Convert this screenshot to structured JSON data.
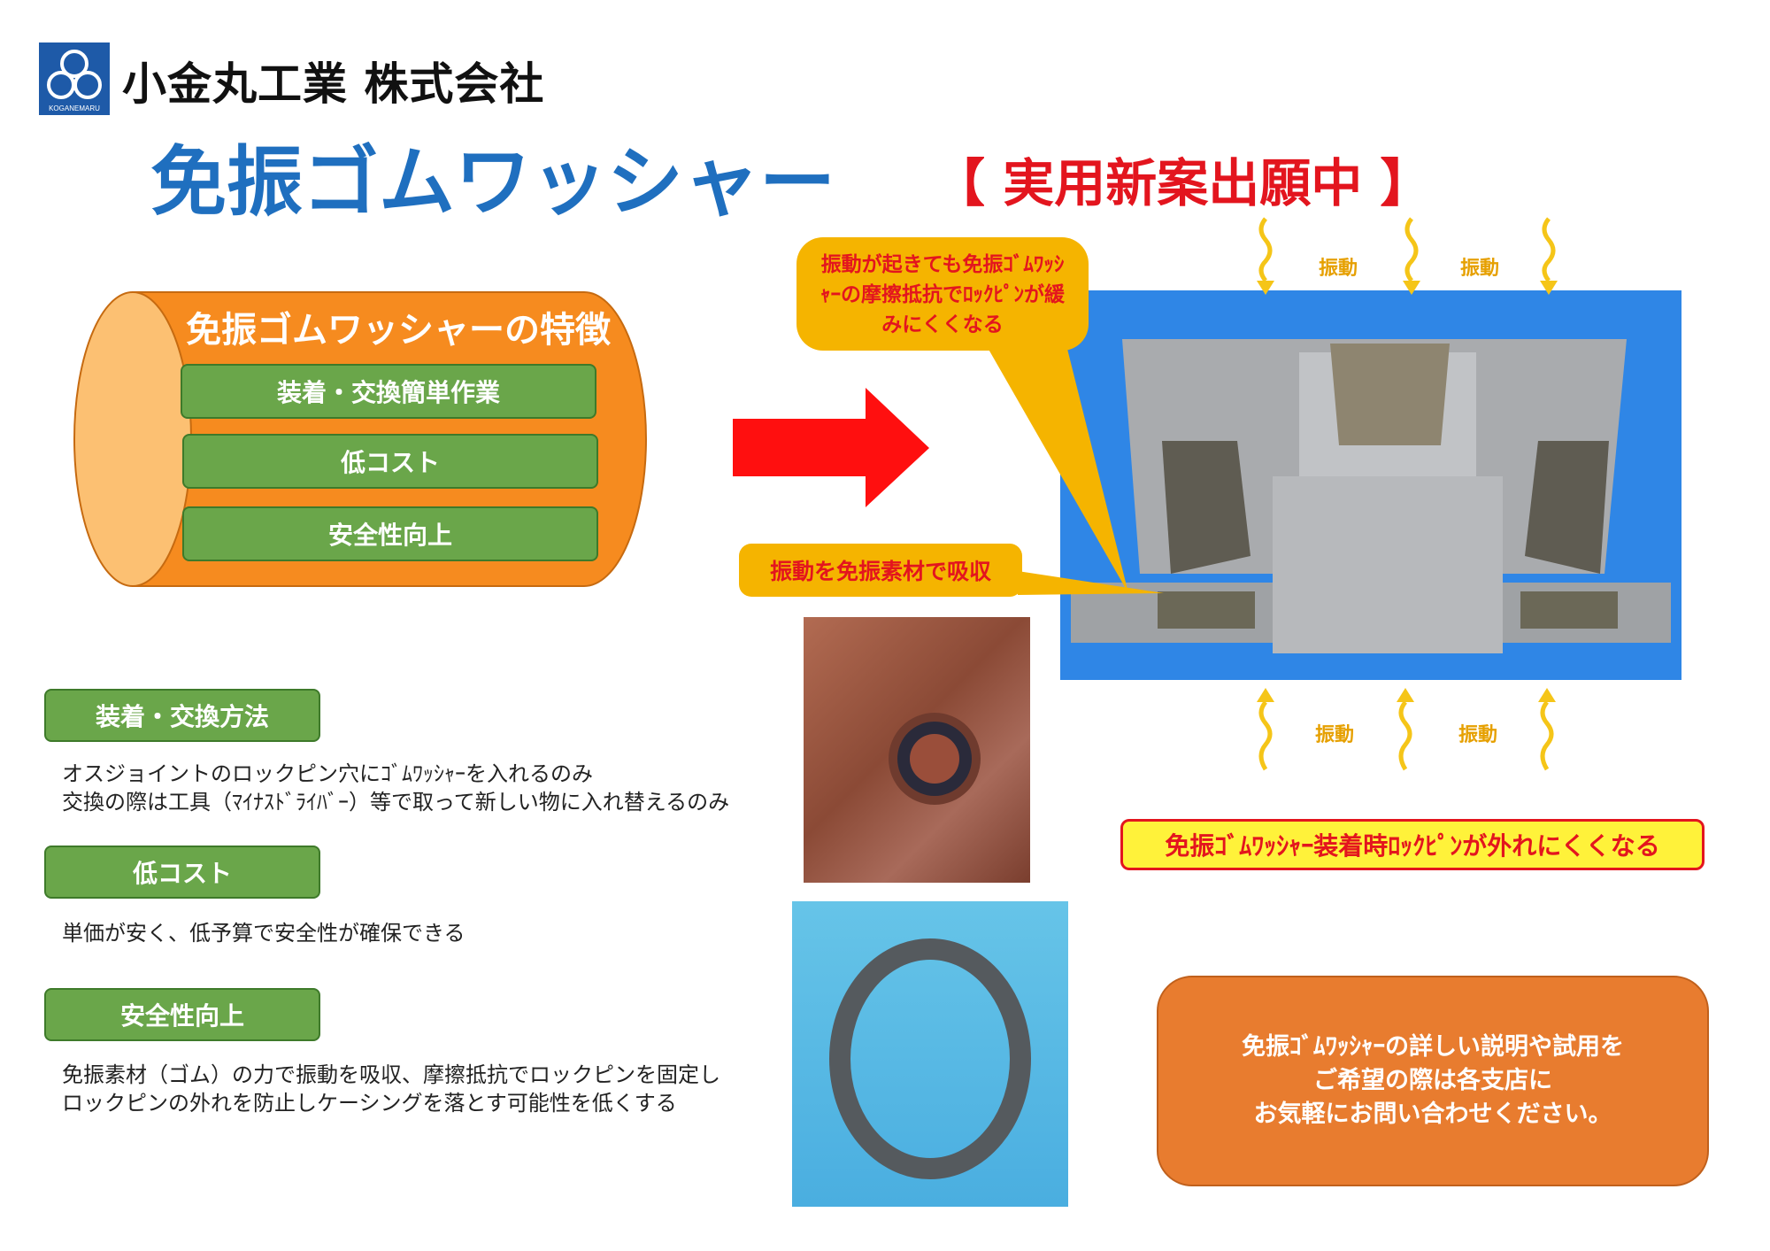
{
  "header": {
    "company_name": "小金丸工業 株式会社",
    "logo_caption": "KOGANEMARU"
  },
  "title": {
    "main": "免振ゴムワッシャー",
    "patent_status": "【 実用新案出願中 】"
  },
  "features": {
    "title": "免振ゴムワッシャーの特徴",
    "items": [
      "装着・交換簡単作業",
      "低コスト",
      "安全性向上"
    ]
  },
  "sections": [
    {
      "heading": "装着・交換方法",
      "lines": [
        "オスジョイントのロックピン穴にｺﾞﾑﾜｯｼｬｰを入れるのみ",
        "交換の際は工具（ﾏｲﾅｽﾄﾞﾗｲﾊﾞｰ）等で取って新しい物に入れ替えるのみ"
      ]
    },
    {
      "heading": "低コスト",
      "lines": [
        "単価が安く、低予算で安全性が確保できる"
      ]
    },
    {
      "heading": "安全性向上",
      "lines": [
        "免振素材（ゴム）の力で振動を吸収、摩擦抵抗でロックピンを固定し",
        "ロックピンの外れを防止しケーシングを落とす可能性を低くする"
      ]
    }
  ],
  "callouts": {
    "friction": "振動が起きても免振ｺﾞﾑﾜｯｼｬｰの摩擦抵抗でﾛｯｸﾋﾟﾝが緩みにくくなる",
    "absorb": "振動を免振素材で吸収"
  },
  "vibration_label": "振動",
  "result": "免振ｺﾞﾑﾜｯｼｬｰ装着時ﾛｯｸﾋﾟﾝが外れにくくなる",
  "contact": {
    "lines": [
      "免振ｺﾞﾑﾜｯｼｬｰの詳しい説明や試用を",
      "ご希望の際は各支店に",
      "お気軽にお問い合わせください。"
    ]
  },
  "colors": {
    "title_blue": "#1f6fbf",
    "accent_red": "#e3151e",
    "feature_orange": "#f68b1f",
    "button_green": "#6aa64a",
    "callout_yellow": "#f5b400",
    "contact_orange": "#e87c2f"
  }
}
